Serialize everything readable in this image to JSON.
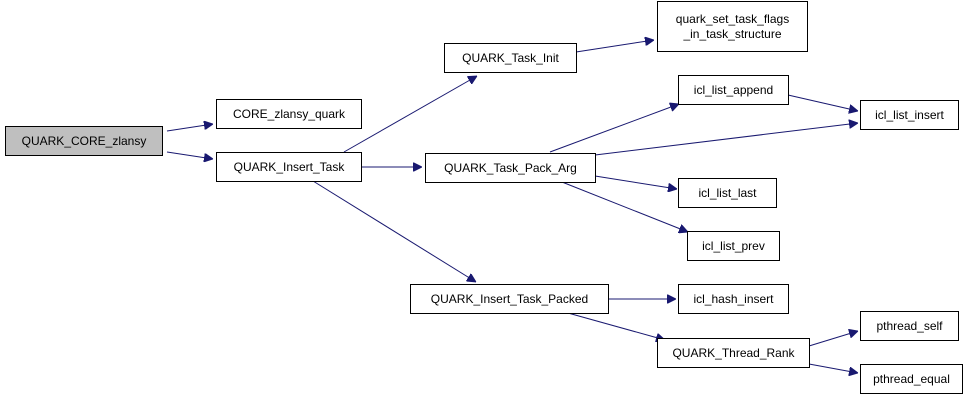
{
  "colors": {
    "edge": "#191970",
    "node_fill": "#ffffff",
    "root_fill": "#bfbfbf",
    "node_border": "#000000"
  },
  "nodes": {
    "quark_core_zlansy": {
      "lines": [
        "QUARK_CORE_zlansy"
      ],
      "root": true
    },
    "core_zlansy_quark": {
      "lines": [
        "CORE_zlansy_quark"
      ]
    },
    "quark_insert_task": {
      "lines": [
        "QUARK_Insert_Task"
      ]
    },
    "quark_task_init": {
      "lines": [
        "QUARK_Task_Init"
      ]
    },
    "quark_set_task_flags": {
      "lines": [
        "quark_set_task_flags",
        "_in_task_structure"
      ]
    },
    "quark_task_pack_arg": {
      "lines": [
        "QUARK_Task_Pack_Arg"
      ]
    },
    "icl_list_append": {
      "lines": [
        "icl_list_append"
      ]
    },
    "icl_list_insert": {
      "lines": [
        "icl_list_insert"
      ]
    },
    "icl_list_last": {
      "lines": [
        "icl_list_last"
      ]
    },
    "icl_list_prev": {
      "lines": [
        "icl_list_prev"
      ]
    },
    "quark_insert_task_packed": {
      "lines": [
        "QUARK_Insert_Task_Packed"
      ]
    },
    "icl_hash_insert": {
      "lines": [
        "icl_hash_insert"
      ]
    },
    "quark_thread_rank": {
      "lines": [
        "QUARK_Thread_Rank"
      ]
    },
    "pthread_self": {
      "lines": [
        "pthread_self"
      ]
    },
    "pthread_equal": {
      "lines": [
        "pthread_equal"
      ]
    }
  },
  "edges": [
    {
      "from": "quark_core_zlansy",
      "to": "core_zlansy_quark"
    },
    {
      "from": "quark_core_zlansy",
      "to": "quark_insert_task"
    },
    {
      "from": "quark_insert_task",
      "to": "quark_task_init"
    },
    {
      "from": "quark_insert_task",
      "to": "quark_task_pack_arg"
    },
    {
      "from": "quark_insert_task",
      "to": "quark_insert_task_packed"
    },
    {
      "from": "quark_task_init",
      "to": "quark_set_task_flags"
    },
    {
      "from": "quark_task_pack_arg",
      "to": "icl_list_append"
    },
    {
      "from": "quark_task_pack_arg",
      "to": "icl_list_insert"
    },
    {
      "from": "quark_task_pack_arg",
      "to": "icl_list_last"
    },
    {
      "from": "quark_task_pack_arg",
      "to": "icl_list_prev"
    },
    {
      "from": "icl_list_append",
      "to": "icl_list_insert"
    },
    {
      "from": "quark_insert_task_packed",
      "to": "icl_hash_insert"
    },
    {
      "from": "quark_insert_task_packed",
      "to": "quark_thread_rank"
    },
    {
      "from": "quark_thread_rank",
      "to": "pthread_self"
    },
    {
      "from": "quark_thread_rank",
      "to": "pthread_equal"
    }
  ]
}
